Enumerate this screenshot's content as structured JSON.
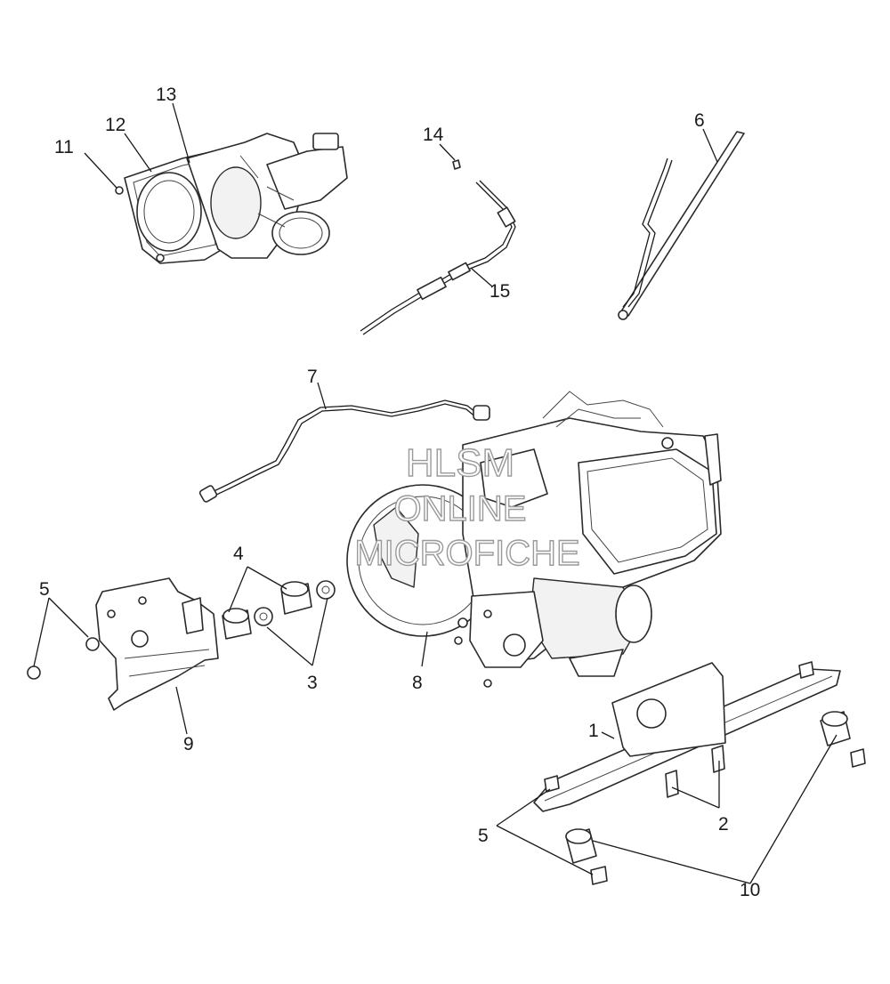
{
  "watermark": {
    "line1": "HLSM",
    "line2": "ONLINE",
    "line3": "MICROFICHE"
  },
  "callouts": [
    "1",
    "2",
    "3",
    "4",
    "5",
    "5",
    "6",
    "7",
    "8",
    "9",
    "10",
    "11",
    "12",
    "13",
    "14",
    "15"
  ]
}
